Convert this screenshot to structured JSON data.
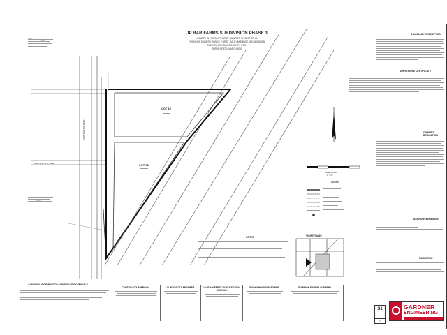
{
  "plat": {
    "title": "JP BAR FARMS SUBDIVISION PHASE 3",
    "location_lines": [
      "LOCATED IN THE SOUTHWEST QUARTER OF SECTION 21,",
      "TOWNSHIP 5 NORTH, RANGE 2 WEST, SALT LAKE BASE AND MERIDIAN,",
      "CLINTON CITY, DAVIS COUNTY, UTAH",
      "SURVEY DATE: MARCH 2019"
    ]
  },
  "lots": [
    {
      "label": "LOT 15"
    },
    {
      "label": "LOT 16"
    }
  ],
  "streets": {
    "west_street": "2175 WEST STREET",
    "south_street": "1800 NORTH STREET"
  },
  "right_panel": {
    "boundary_description": "BOUNDARY DESCRIPTION",
    "surveyors_certificate": "SURVEYOR'S CERTIFICATE",
    "owners_dedication": "OWNER'S DEDICATION",
    "acknowledgement": "ACKNOWLEDGEMENT",
    "narrative": "NARRATIVE"
  },
  "legend": {
    "title": "LEGEND",
    "scale_label": "Scale in Feet",
    "scale_ratio": "1\" = 30'"
  },
  "vicinity": {
    "title": "VICINITY MAP"
  },
  "notes": {
    "title": "NOTES"
  },
  "bottom": {
    "acknowledgement_city": "ACKNOWLEDGEMENT OF CLINTON CITY OFFICIALS",
    "signature_blocks": [
      "CLINTON CITY APPROVAL",
      "CLINTON CITY ENGINEER",
      "DAVIS & WEBER COUNTIES CANAL COMPANY",
      "ROCKY MOUNTAIN POWER",
      "DOMINION ENERGY COMPANY"
    ]
  },
  "title_block": {
    "sheet": "S1",
    "sheet_of": "1",
    "company_line1": "GARDNER",
    "company_line2": "ENGINEERING",
    "brand_color": "#c8102e"
  }
}
